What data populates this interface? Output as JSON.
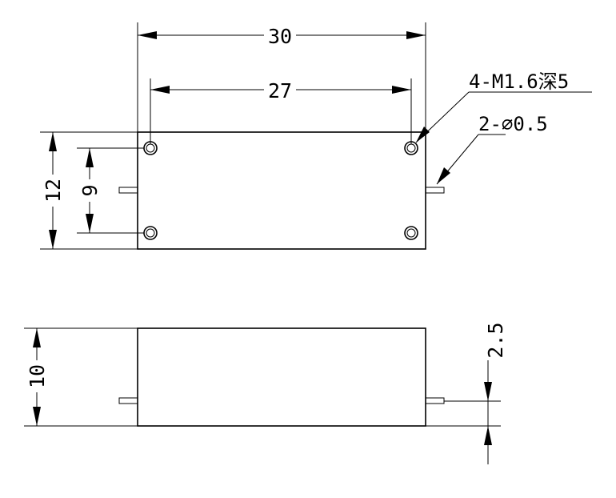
{
  "top_view": {
    "width_overall": "30",
    "hole_spacing_horizontal": "27",
    "height_overall": "12",
    "hole_spacing_vertical": "9",
    "thread_callout": "4-M1.6深5",
    "pin_callout": "2-⌀0.5"
  },
  "side_view": {
    "height_overall": "10",
    "pin_offset": "2.5"
  }
}
